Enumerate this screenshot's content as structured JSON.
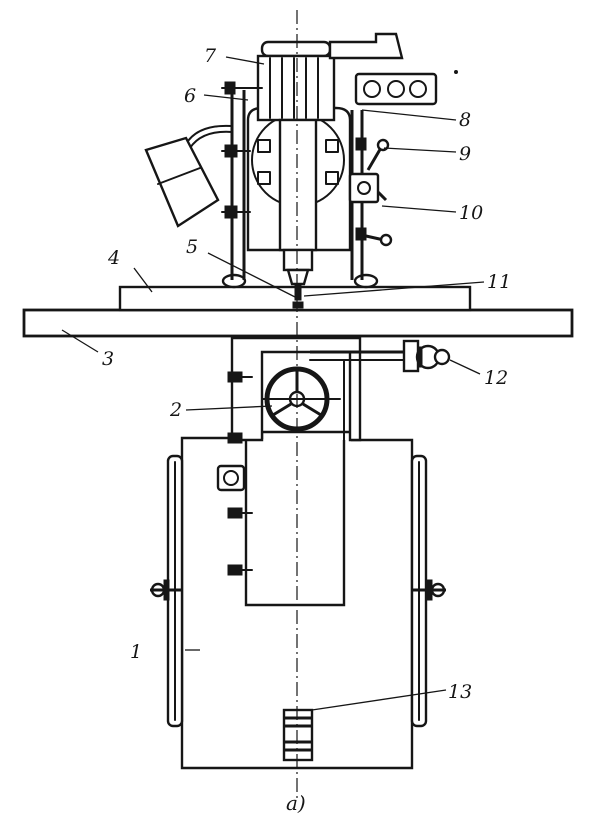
{
  "callouts": {
    "c1": "1",
    "c2": "2",
    "c3": "3",
    "c4": "4",
    "c5": "5",
    "c6": "6",
    "c7": "7",
    "c8": "8",
    "c9": "9",
    "c10": "10",
    "c11": "11",
    "c12": "12",
    "c13": "13"
  },
  "caption": "a)",
  "colors": {
    "ink": "#161616",
    "paper": "#ffffff"
  }
}
